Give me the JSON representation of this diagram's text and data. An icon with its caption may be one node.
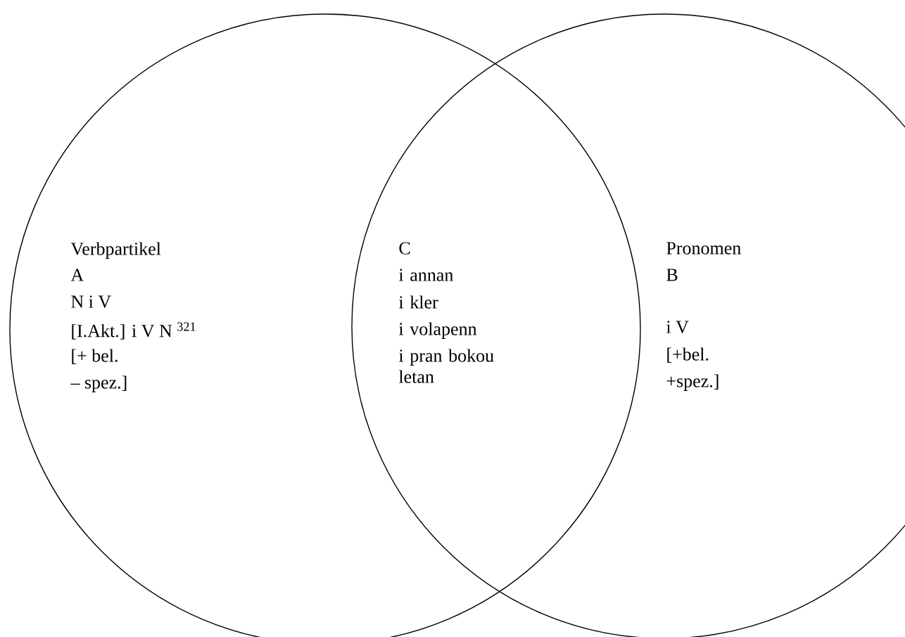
{
  "diagram": {
    "nodes": [
      {
        "text": [
          "Verbpartikel",
          "A",
          "N i V",
          "[I.Akt.] i V N $^{321}$",
          "[+ bel.",
          "– spez.]"
        ]
      },
      {
        "text": [
          "Pronomen",
          "B",
          "i V",
          "[+bel.",
          "+spez.]"
        ]
      }
    ],
    "labels": [
      "C",
      "i annan",
      "i kler",
      "i volapenn",
      "i pran bokou letan"
    ]
  }
}
